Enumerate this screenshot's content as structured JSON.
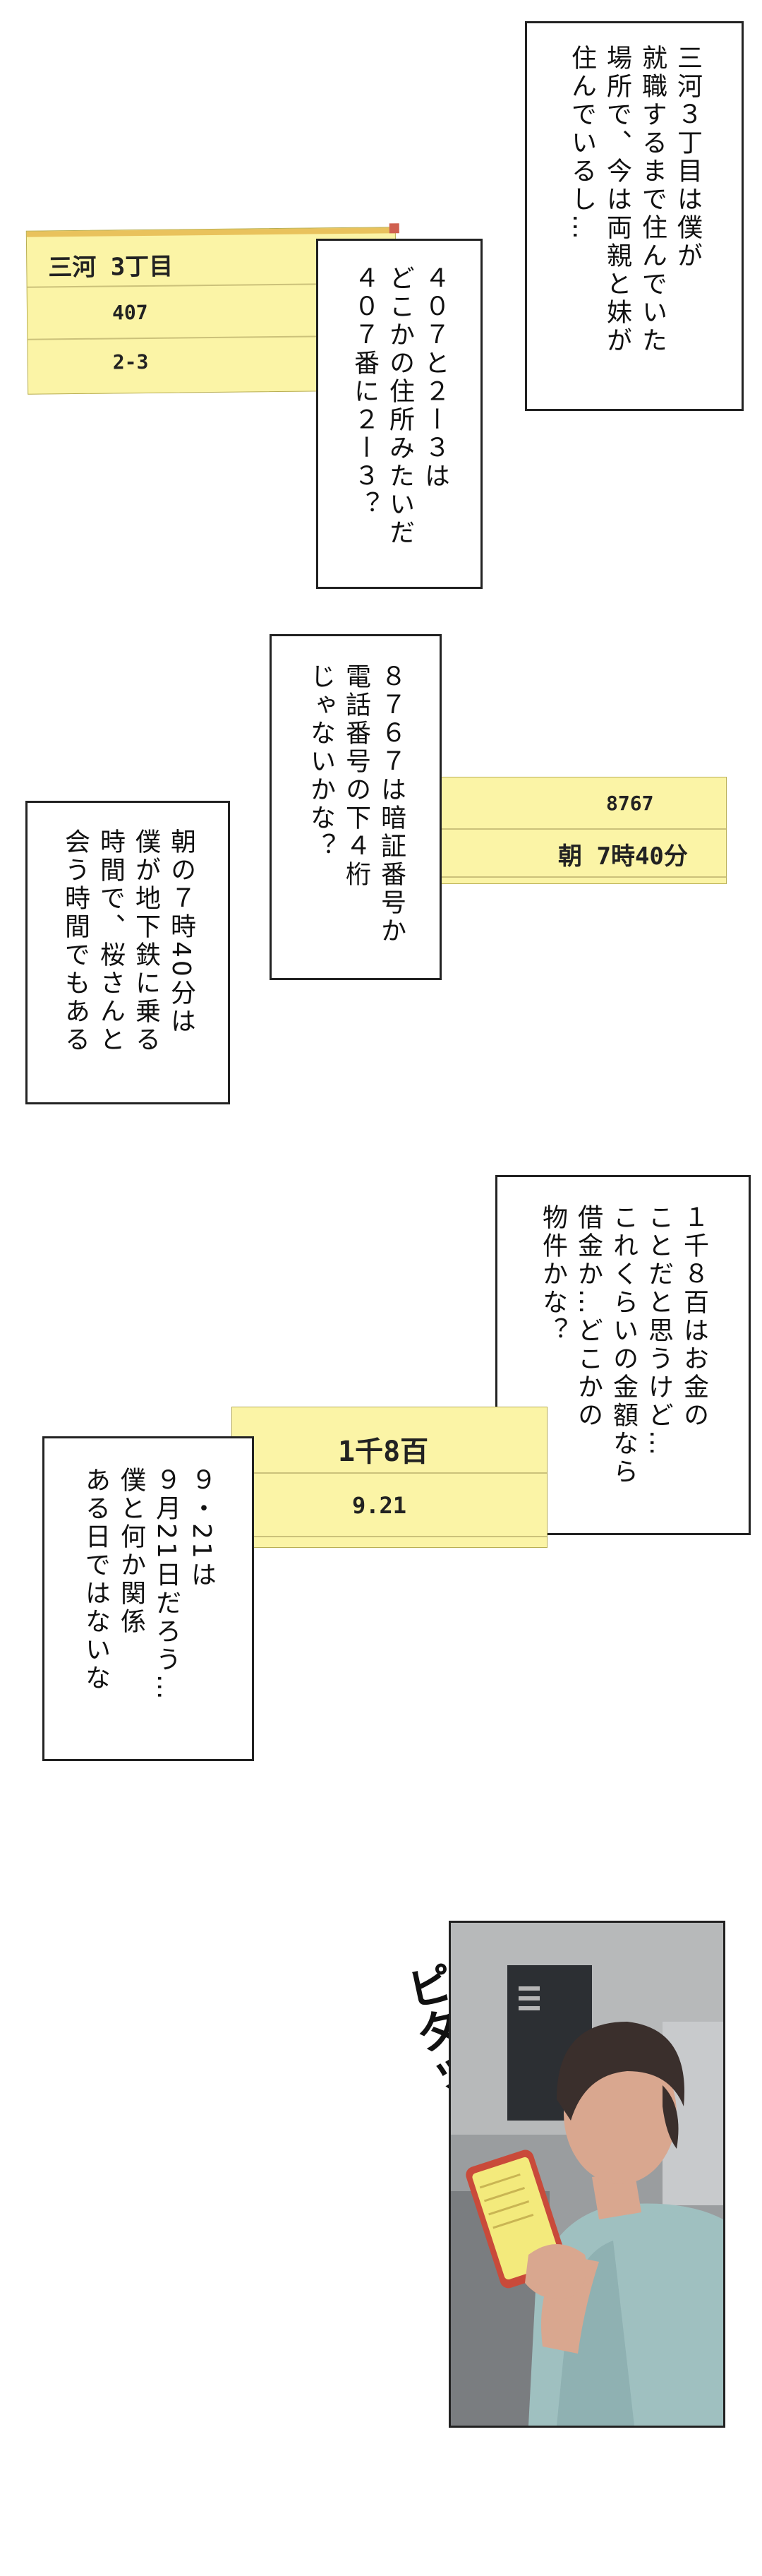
{
  "bubbles": {
    "b1": "三河３丁目は僕が\n就職するまで住んでいた\n場所で、今は両親と妹が\n住んでいるし…",
    "b2": "４０７と２ー３は\nどこかの住所みたいだ\n４０７番に２ー３？",
    "b3": "８７６７は暗証番号か\n電話番号の下４桁\nじゃないかな？",
    "b4": "朝の７時40分は\n僕が地下鉄に乗る\n時間で、桜さんと\n会う時間でもある",
    "b5": "１千８百はお金の\nことだと思うけど…\nこれくらいの金額なら\n借金か…どこかの\n物件かな？",
    "b6": "９・21は\n９月21日だろう…\n僕と何か関係\nある日ではないな"
  },
  "notes": {
    "n1": {
      "line1": "三河 3丁目",
      "line2": "407",
      "line3": "2-3"
    },
    "n2": {
      "line1": "8767",
      "line2": "朝 7時40分"
    },
    "n3": {
      "line1": "1千8百",
      "line2": "9.21"
    }
  },
  "sfx": {
    "pitatsu": "ピタッ"
  },
  "colors": {
    "note_yellow": "#fbf4a6",
    "note_line": "#cbc17a",
    "border": "#222222"
  }
}
